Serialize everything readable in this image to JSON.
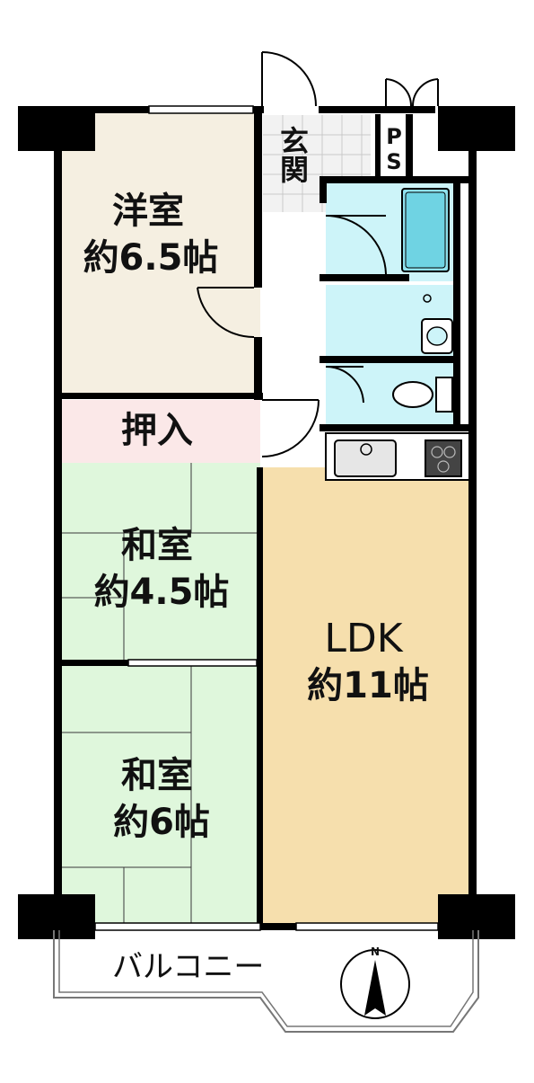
{
  "rooms": {
    "western": {
      "name": "洋室",
      "area": "約6.5帖"
    },
    "closet": {
      "name": "押入"
    },
    "japanese1": {
      "name": "和室",
      "area": "約4.5帖"
    },
    "japanese2": {
      "name": "和室",
      "area": "約6帖"
    },
    "ldk": {
      "name": "LDK",
      "area": "約11帖"
    },
    "entrance": {
      "name": "玄関"
    },
    "ps": {
      "name": "PS"
    },
    "balcony": {
      "name": "バルコニー"
    }
  },
  "compass": {
    "label": "N"
  },
  "colors": {
    "western": "#f5efe1",
    "closet": "#fbe8e8",
    "japanese": "#dff7dc",
    "ldk": "#f6dfad",
    "wet": "#cdf4f9",
    "wall": "#000000"
  }
}
